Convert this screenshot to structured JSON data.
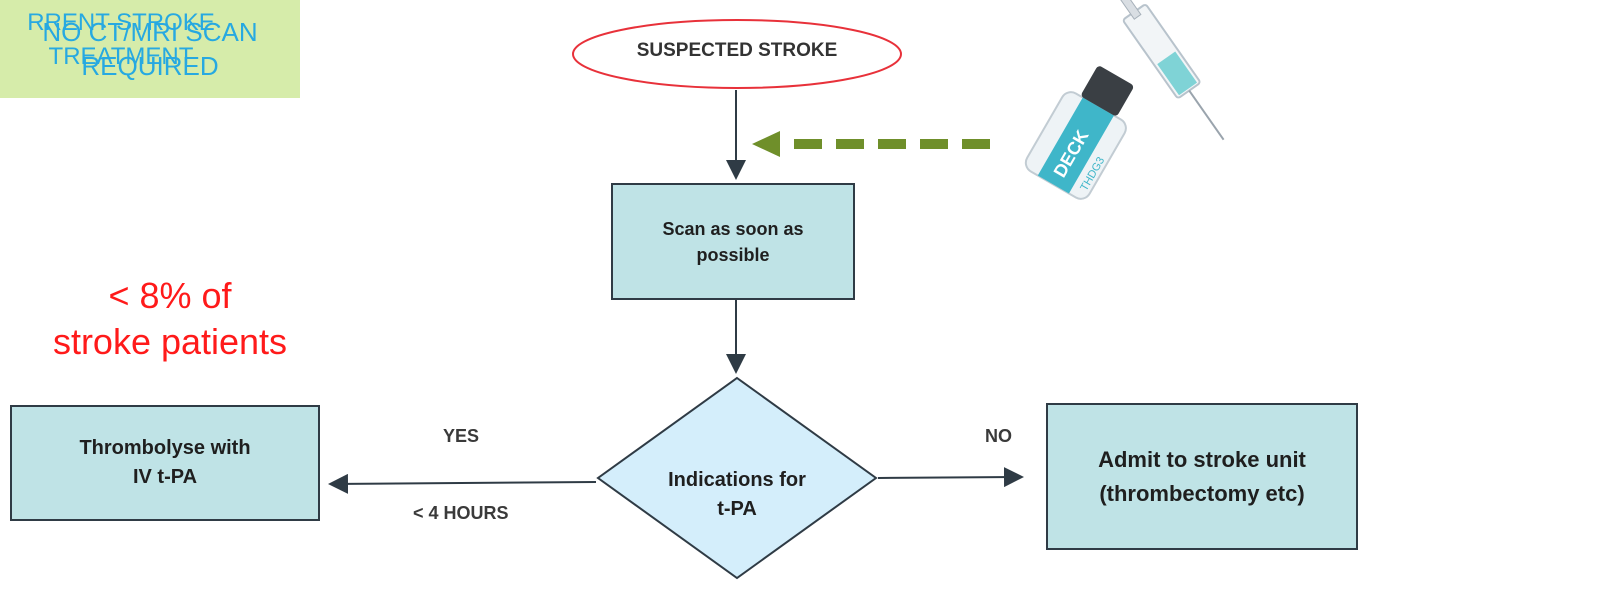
{
  "heading": {
    "line1": "RRENT STROKE",
    "line2": "TREATMENT"
  },
  "start": {
    "label": "SUSPECTED STROKE"
  },
  "scan_box": {
    "label": "Scan as soon as possible"
  },
  "decision": {
    "line1": "Indications for",
    "line2": "t-PA"
  },
  "left_box": {
    "line1": "Thrombolyse with",
    "line2": "IV t-PA"
  },
  "right_box": {
    "line1": "Admit to stroke unit",
    "line2": "(thrombectomy etc)"
  },
  "branch_yes": {
    "label": "YES",
    "sub": "< 4 HOURS"
  },
  "branch_no": {
    "label": "NO"
  },
  "percentage": {
    "line1": "< 8% of",
    "line2": "stroke patients"
  },
  "note": {
    "line1": "NO CT/MRI SCAN",
    "line2": "REQUIRED"
  },
  "vial": {
    "brand": "DECK",
    "code": "THDG3"
  },
  "colors": {
    "box_fill": "#bfe3e6",
    "diamond_fill": "#d4eefb",
    "accent_blue": "#27a9e1",
    "red": "#ff1a1a",
    "note_fill": "#d6ecaa",
    "dashed_arrow": "#6f8f2a",
    "oval_border": "#e8313a"
  }
}
